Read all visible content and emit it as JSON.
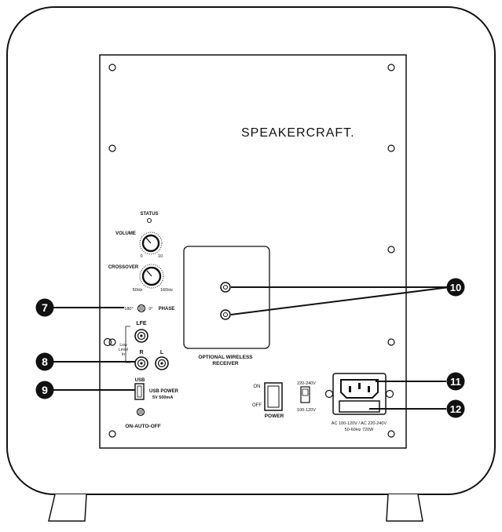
{
  "brand": "SPEAKERCRAFT.",
  "controls": {
    "status": "STATUS",
    "volume": "VOLUME",
    "volume_min": "0",
    "volume_max": "10",
    "crossover": "CROSSOVER",
    "crossover_min": "50Hz",
    "crossover_max": "160Hz",
    "phase_0": "180°",
    "phase_1": "0°",
    "phase": "PHASE"
  },
  "inputs": {
    "lfe": "LFE",
    "low_level_1": "Low",
    "low_level_2": "Level",
    "low_level_3": "In",
    "r": "R",
    "l": "L",
    "usb": "USB",
    "usb_power_1": "USB POWER",
    "usb_power_2": "5V 500mA",
    "on_auto_off": "ON-AUTO-OFF"
  },
  "wireless": {
    "label_1": "OPTIONAL WIRELESS",
    "label_2": "RECEIVER"
  },
  "power": {
    "on": "ON",
    "off": "OFF",
    "label": "POWER",
    "v_high": "220-240V",
    "v_low": "100-120V",
    "ac_1": "AC 100-120V / AC 220-240V",
    "ac_2": "50-60Hz 720W"
  },
  "callouts": [
    "7",
    "8",
    "9",
    "10",
    "11",
    "12"
  ]
}
